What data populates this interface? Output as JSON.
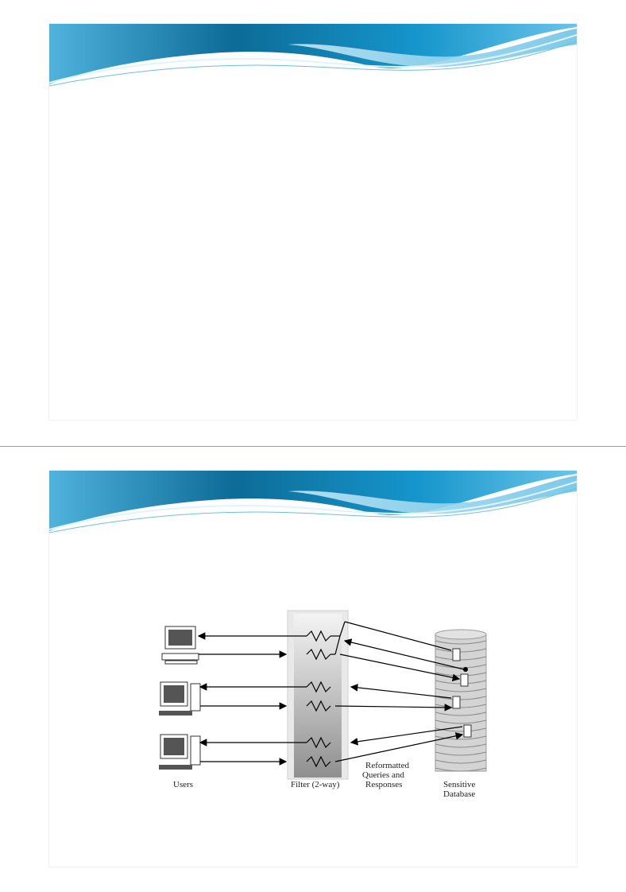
{
  "pages": [
    {
      "slide": {
        "theme": "blue-wave",
        "content": ""
      }
    },
    {
      "slide": {
        "theme": "blue-wave",
        "figure": {
          "labels": {
            "users": "Users",
            "filter": "Filter (2-way)",
            "reformatted_1": "Reformatted",
            "reformatted_2": "Queries and",
            "reformatted_3": "Responses",
            "database_1": "Sensitive",
            "database_2": "Database"
          }
        }
      }
    }
  ],
  "colors": {
    "wave_dark": "#0a5e86",
    "wave_mid": "#1b8fc2",
    "wave_light": "#8fd3ee",
    "filter_gray": "#9a9a9a"
  }
}
